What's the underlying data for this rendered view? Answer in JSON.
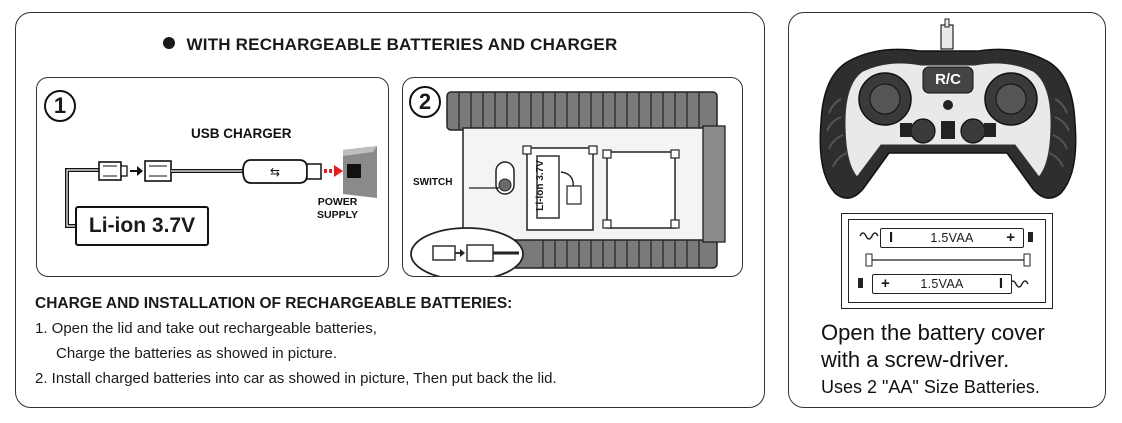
{
  "heading": "WITH RECHARGEABLE BATTERIES AND CHARGER",
  "figure1": {
    "step": "1",
    "usb_charger_label": "USB CHARGER",
    "power_supply_line1": "POWER",
    "power_supply_line2": "SUPPLY",
    "battery_label": "Li-ion 3.7V"
  },
  "figure2": {
    "step": "2",
    "switch_label": "SWITCH",
    "battery_label": "Li-ion 3.7V"
  },
  "instructions": {
    "title": "CHARGE AND INSTALLATION OF RECHARGEABLE BATTERIES:",
    "step1_line1": "1. Open the lid and take out rechargeable batteries,",
    "step1_line2": "Charge the batteries as showed in picture.",
    "step2": "2. Install charged batteries into car as showed in picture, Then put back the lid."
  },
  "remote": {
    "logo": "R/C",
    "battery_cell_1": {
      "label": "1.5VAA",
      "left_sign": "I",
      "right_sign": "+"
    },
    "battery_cell_2": {
      "label": "1.5VAA",
      "left_sign": "+",
      "right_sign": "I"
    },
    "caption_line1": "Open the battery cover",
    "caption_line2": "with a screw-driver.",
    "caption_line3": "Uses 2 \"AA\" Size Batteries."
  },
  "colors": {
    "ink": "#1a1a1a",
    "arrow_red": "#e02020",
    "controller_dark": "#2e2e2e",
    "controller_light": "#e9e9e9",
    "tread_gray": "#7a7a7a"
  }
}
